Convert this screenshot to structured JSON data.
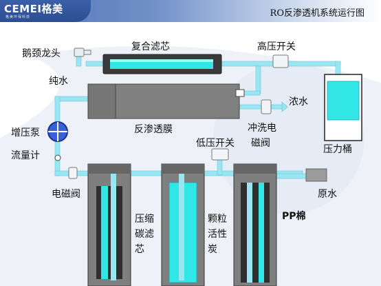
{
  "header": {
    "logo_text": "CEMEI格美",
    "logo_subtitle": "格美环保科技",
    "title": "RO反渗透机系统运行图"
  },
  "labels": {
    "faucet": "鹅颈龙头",
    "pure_water": "纯水",
    "composite_filter": "复合滤芯",
    "high_pressure_switch": "高压开关",
    "ro_membrane": "反渗透膜",
    "concentrate_water": "浓水",
    "flush_valve_1": "冲洗电",
    "flush_valve_2": "磁阀",
    "pressure_tank": "压力桶",
    "booster_pump": "增压泵",
    "flow_meter": "流量计",
    "low_pressure_switch": "低压开关",
    "solenoid_valve": "电磁阀",
    "raw_water": "原水",
    "carbon_filter_1": "压缩",
    "carbon_filter_2": "碳滤",
    "carbon_filter_3": "芯",
    "gac_filter_1": "颗粒",
    "gac_filter_2": "活性",
    "gac_filter_3": "炭",
    "pp_filter": "PP棉"
  },
  "colors": {
    "pipe": "#99e6f2",
    "water": "#33e6e6",
    "housing": "#8c8c8c",
    "housing_dark": "#555555"
  }
}
